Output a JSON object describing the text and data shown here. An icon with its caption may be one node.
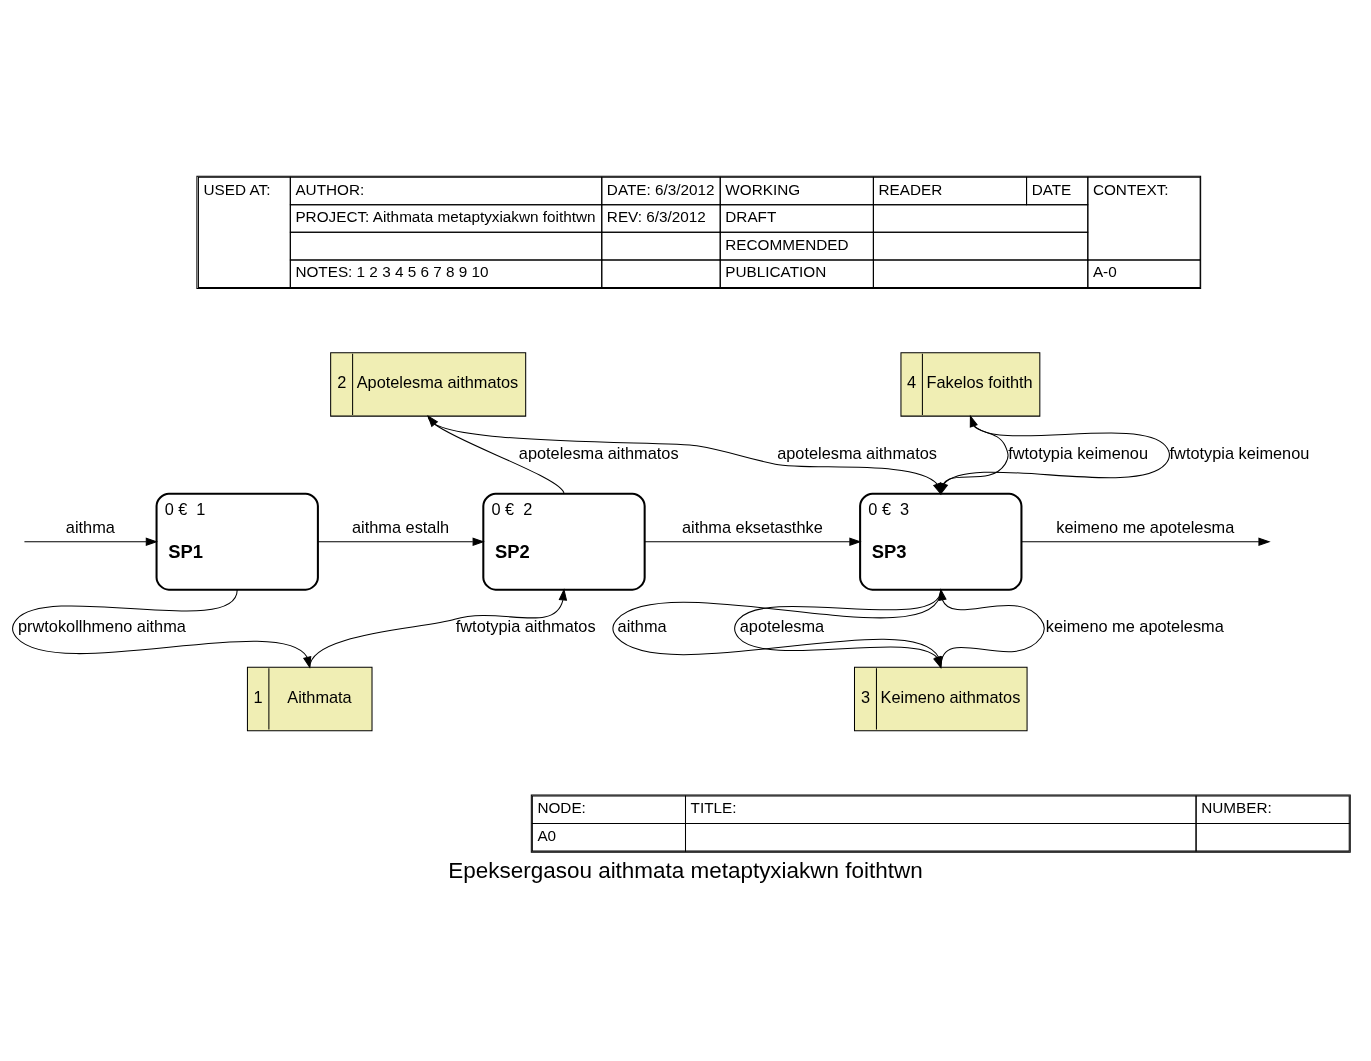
{
  "diagram": {
    "title": "Epeksergasou aithmata metaptyxiakwn foithtwn",
    "nodes": [
      {
        "text": [
          "0 €",
          "1",
          "SP1"
        ]
      },
      {
        "text": [
          "0 €",
          "2",
          "SP2"
        ]
      },
      {
        "text": [
          "0 €",
          "3",
          "SP3"
        ]
      },
      {
        "text": [
          "1",
          "Aithmata"
        ]
      },
      {
        "text": [
          "2",
          "Apotelesma aithmatos"
        ]
      },
      {
        "text": [
          "4",
          "Fakelos foithth"
        ]
      },
      {
        "text": [
          "3",
          "Keimeno aithmatos"
        ]
      }
    ],
    "edges": [
      {
        "from": null,
        "to": 0,
        "arrow": "to",
        "label": "aithma"
      },
      {
        "from": 0,
        "to": 1,
        "arrow": "to",
        "label": "aithma estalh"
      },
      {
        "from": 0,
        "to": 3,
        "arrow": "to",
        "label": "prwtokollhmeno aithma"
      },
      {
        "from": 3,
        "to": 1,
        "arrow": "to",
        "label": "fwtotypia aithmatos"
      },
      {
        "from": 1,
        "to": 4,
        "arrow": "to",
        "label": "apotelesma aithmatos"
      },
      {
        "from": 4,
        "to": 2,
        "arrow": "to",
        "label": "apotelesma aithmatos"
      },
      {
        "from": 1,
        "to": 2,
        "arrow": "to",
        "label": "aithma eksetasthke"
      },
      {
        "from": 2,
        "to": 5,
        "arrow": "to",
        "label": "fwtotypia keimenou"
      },
      {
        "from": 5,
        "to": 2,
        "arrow": "to",
        "label": "fwtotypia keimenou"
      },
      {
        "from": 2,
        "to": 6,
        "arrow": "to",
        "label": "aithma"
      },
      {
        "from": 2,
        "to": 6,
        "arrow": "to",
        "label": "apotelesma"
      },
      {
        "from": 6,
        "to": 2,
        "arrow": "to",
        "label": "keimeno me apotelesma"
      },
      {
        "from": 2,
        "to": null,
        "arrow": "to",
        "label": "keimeno me apotelesma"
      }
    ],
    "labels": [
      "USED AT:",
      "AUTHOR:",
      "DATE: 6/3/2012",
      "WORKING",
      "READER",
      "DATE",
      "CONTEXT:",
      "PROJECT: Aithmata metaptyxiakwn foithtwn",
      "REV: 6/3/2012",
      "DRAFT",
      "RECOMMENDED",
      "NOTES: 1 2 3 4 5 6 7 8 9 10",
      "PUBLICATION",
      "A-0",
      "NODE:",
      "A0",
      "TITLE:",
      "NUMBER:"
    ]
  }
}
